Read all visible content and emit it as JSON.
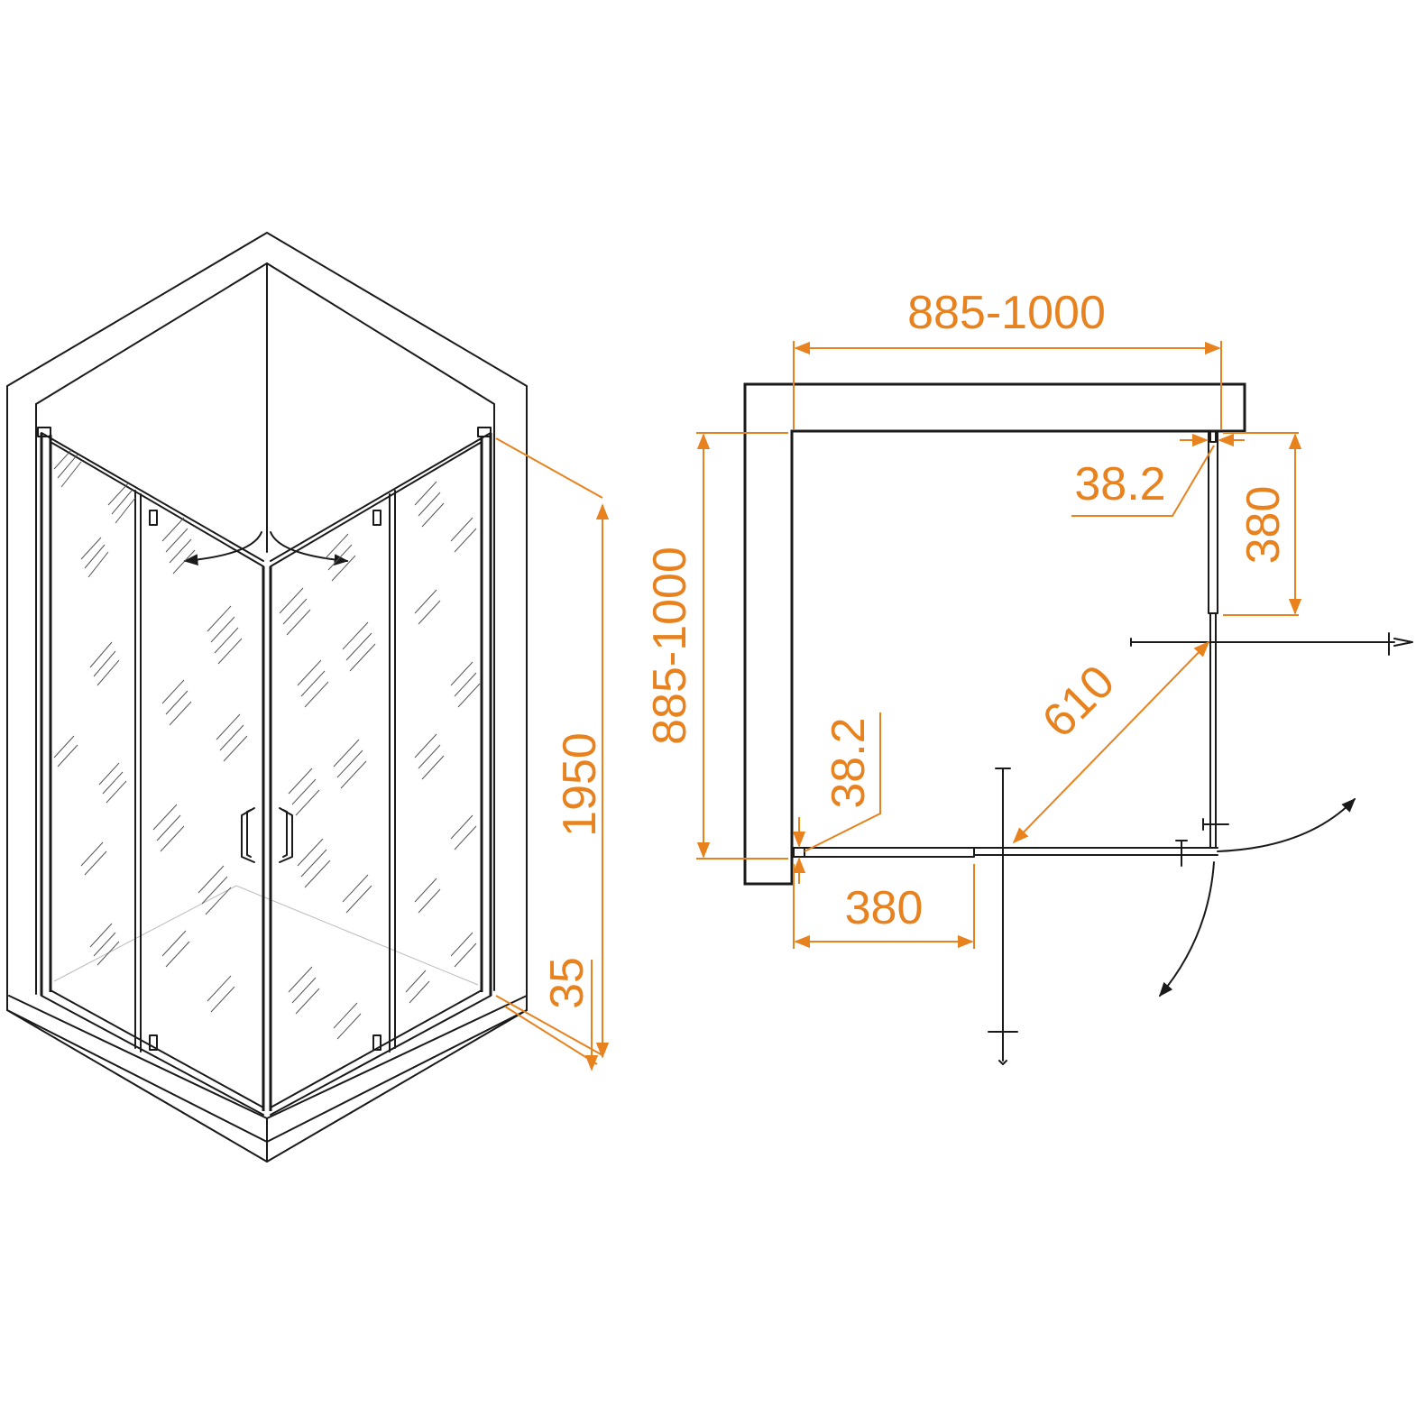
{
  "colors": {
    "line": "#1a1a1a",
    "dimension": "#e8821e",
    "background": "#ffffff"
  },
  "isometric_view": {
    "height_label": "1950",
    "tray_height_label": "35"
  },
  "plan_view": {
    "width_label": "885-1000",
    "depth_label": "885-1000",
    "profile_top_label": "38.2",
    "profile_left_label": "38.2",
    "fixed_panel_right_label": "380",
    "fixed_panel_bottom_label": "380",
    "door_label": "610"
  }
}
